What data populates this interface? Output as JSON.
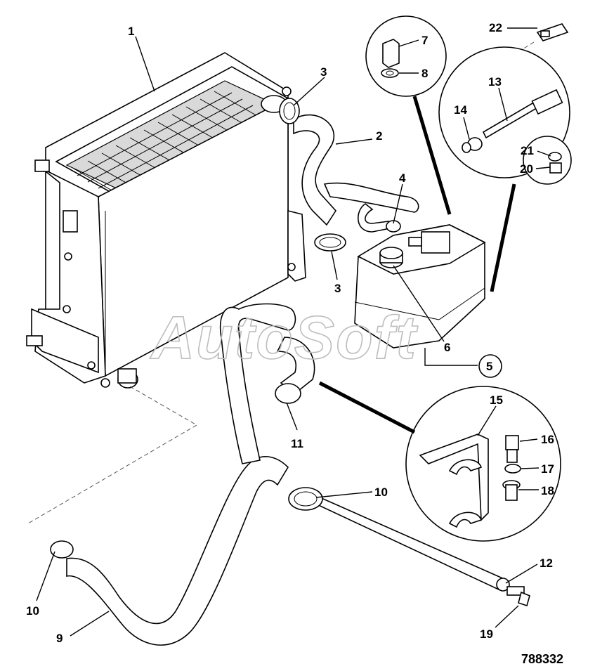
{
  "diagram": {
    "reference_number": "788332",
    "watermark": "AutoSoft",
    "callouts": [
      {
        "id": "c1",
        "label": "1"
      },
      {
        "id": "c2",
        "label": "2"
      },
      {
        "id": "c3a",
        "label": "3"
      },
      {
        "id": "c3b",
        "label": "3"
      },
      {
        "id": "c4",
        "label": "4"
      },
      {
        "id": "c5",
        "label": "5"
      },
      {
        "id": "c6",
        "label": "6"
      },
      {
        "id": "c7",
        "label": "7"
      },
      {
        "id": "c8",
        "label": "8"
      },
      {
        "id": "c9",
        "label": "9"
      },
      {
        "id": "c10a",
        "label": "10"
      },
      {
        "id": "c10b",
        "label": "10"
      },
      {
        "id": "c11",
        "label": "11"
      },
      {
        "id": "c12",
        "label": "12"
      },
      {
        "id": "c13",
        "label": "13"
      },
      {
        "id": "c14",
        "label": "14"
      },
      {
        "id": "c15",
        "label": "15"
      },
      {
        "id": "c16",
        "label": "16"
      },
      {
        "id": "c17",
        "label": "17"
      },
      {
        "id": "c18",
        "label": "18"
      },
      {
        "id": "c19",
        "label": "19"
      },
      {
        "id": "c20",
        "label": "20"
      },
      {
        "id": "c21",
        "label": "21"
      },
      {
        "id": "c22",
        "label": "22"
      }
    ]
  }
}
